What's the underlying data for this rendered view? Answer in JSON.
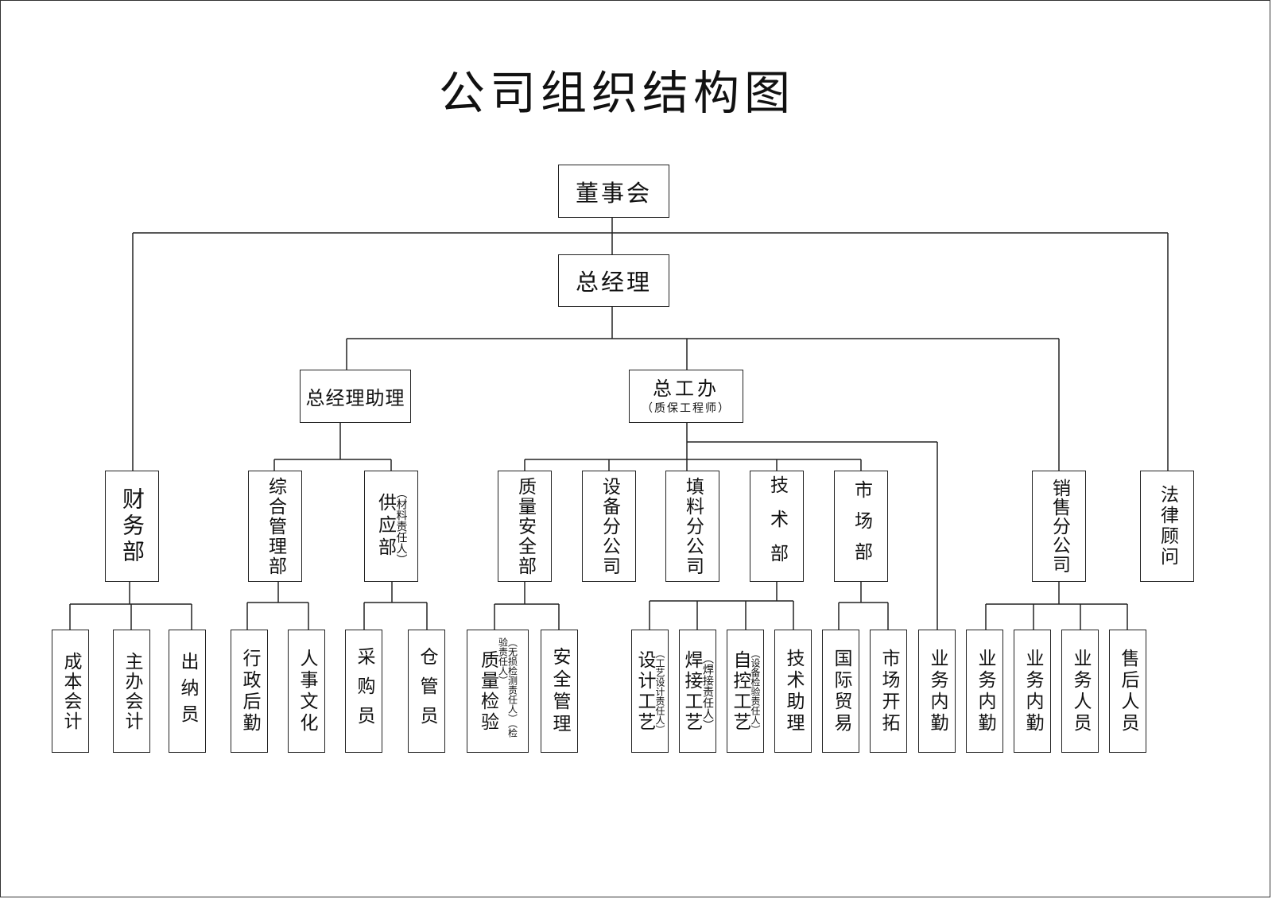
{
  "title": "公司组织结构图",
  "board": "董事会",
  "gm": "总经理",
  "gm_assistant": "总经理助理",
  "chief_engineer_office": {
    "name": "总工办",
    "note": "（质保工程师）"
  },
  "finance": "财务部",
  "finance_units": [
    "成本会计",
    "主办会计",
    "出纳员"
  ],
  "general_admin": "综合管理部",
  "general_admin_units": [
    "行政后勤",
    "人事文化"
  ],
  "supply": {
    "name": "供应部",
    "note": "（材料责任人）"
  },
  "supply_units": [
    "采购员",
    "仓管员"
  ],
  "quality_safety": "质量安全部",
  "quality_units": [
    {
      "name": "质量检验",
      "note": "（无损检测责任人）（检验责任人）"
    },
    {
      "name": "安全管理"
    }
  ],
  "equipment_company": "设备分公司",
  "filler_company": "填料分公司",
  "tech_dept": "技术部",
  "tech_units": [
    {
      "name": "设计工艺",
      "note": "（工艺设计责任人）"
    },
    {
      "name": "焊接工艺",
      "note": "（焊接责任人）"
    },
    {
      "name": "自控工艺",
      "note": "（设备检验责任人）"
    },
    {
      "name": "技术助理"
    }
  ],
  "market_dept": "市场部",
  "market_units": [
    "国际贸易",
    "市场开拓"
  ],
  "business_office": "业务内勤",
  "sales_company": "销售分公司",
  "sales_units": [
    "业务内勤",
    "业务内勤",
    "业务人员",
    "售后人员"
  ],
  "legal": "法律顾问"
}
